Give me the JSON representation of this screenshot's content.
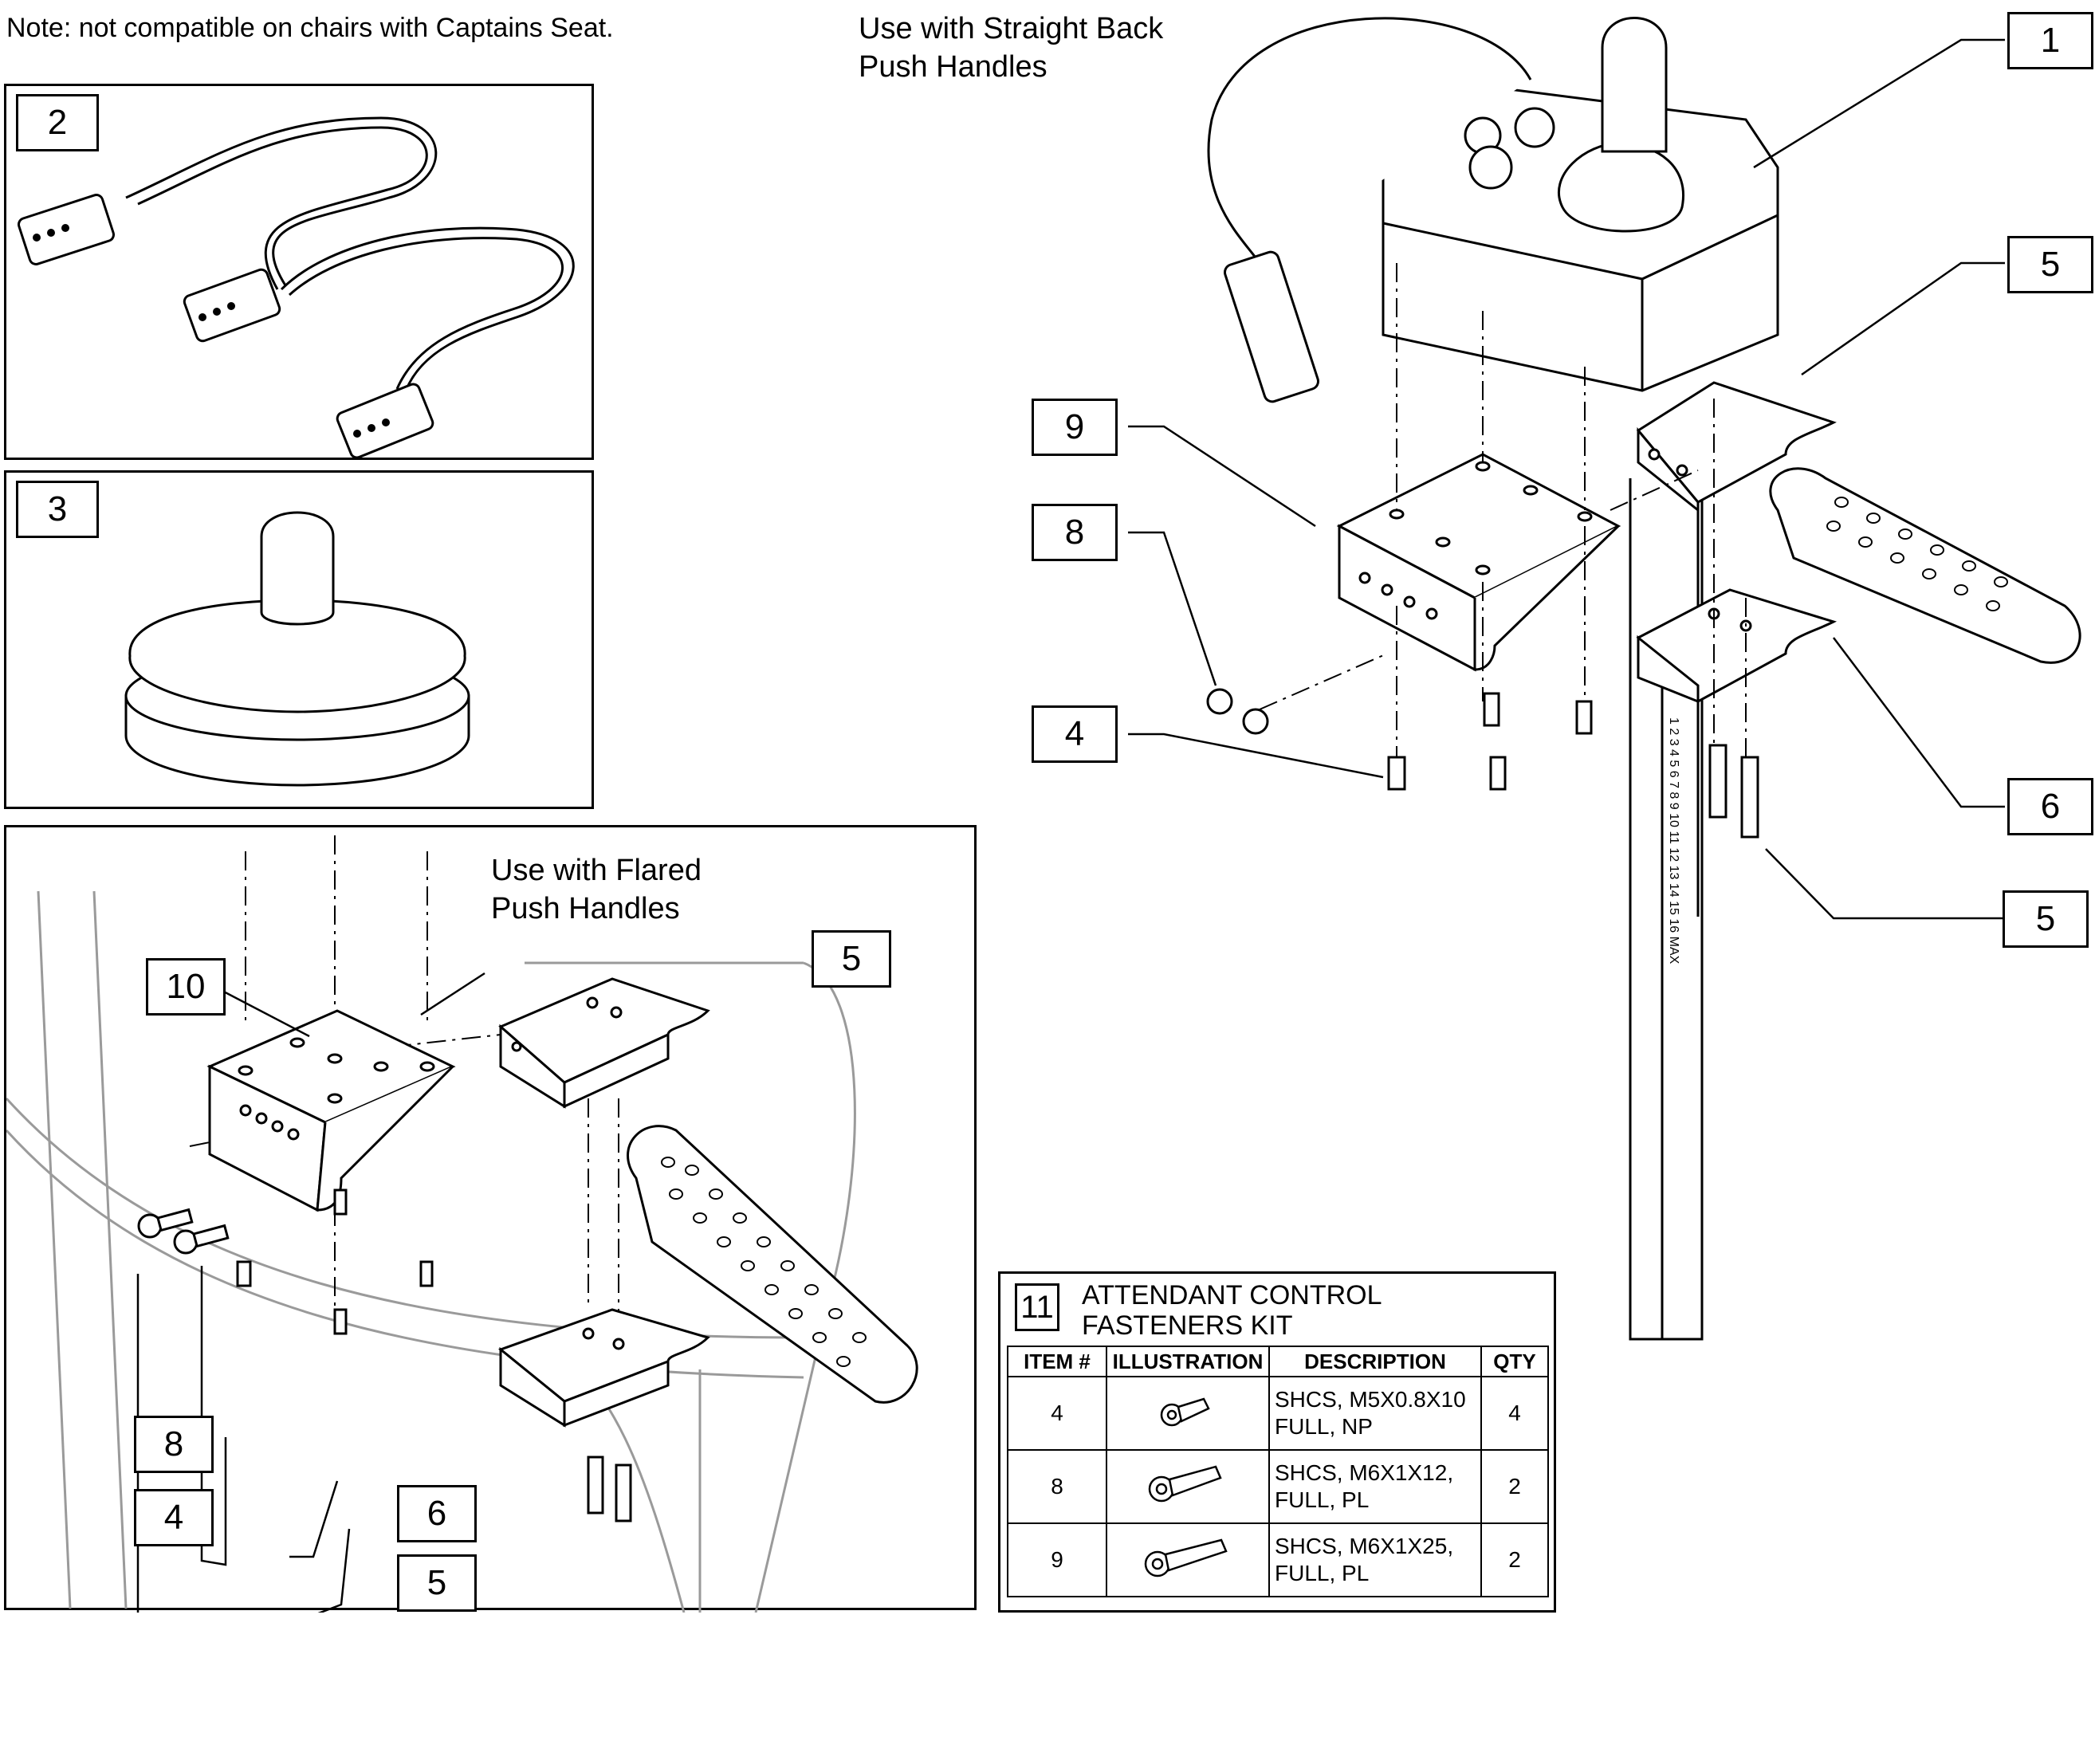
{
  "note": "Note: not compatible on chairs with Captains Seat.",
  "captions": {
    "straight": [
      "Use with Straight Back",
      "Push Handles"
    ],
    "flared": [
      "Use with Flared",
      "Push Handles"
    ]
  },
  "callouts": {
    "main_1": "1",
    "main_5_top": "5",
    "main_9": "9",
    "main_8": "8",
    "main_4": "4",
    "main_6": "6",
    "main_5_bottom": "5",
    "panel_2": "2",
    "panel_3": "3",
    "flared_10": "10",
    "flared_5_top": "5",
    "flared_8": "8",
    "flared_4": "4",
    "flared_6": "6",
    "flared_5_bottom": "5"
  },
  "kit": {
    "number": "11",
    "title_line1": "ATTENDANT CONTROL",
    "title_line2": "FASTENERS KIT",
    "headers": [
      "ITEM #",
      "ILLUSTRATION",
      "DESCRIPTION",
      "QTY"
    ],
    "rows": [
      {
        "item": "4",
        "icon": "screw-short-icon",
        "desc_line1": "SHCS, M5X0.8X10",
        "desc_line2": "FULL, NP",
        "qty": "4"
      },
      {
        "item": "8",
        "icon": "screw-medium-icon",
        "desc_line1": "SHCS, M6X1X12,",
        "desc_line2": "FULL, PL",
        "qty": "2"
      },
      {
        "item": "9",
        "icon": "screw-long-icon",
        "desc_line1": "SHCS, M6X1X25,",
        "desc_line2": "FULL, PL",
        "qty": "2"
      }
    ]
  },
  "icons": [
    "cable-harness-icon",
    "joystick-knob-icon",
    "attendant-control-icon",
    "mounting-bracket-icon",
    "handle-clamp-icon",
    "push-handle-grip-icon",
    "socket-head-screw-icon"
  ]
}
